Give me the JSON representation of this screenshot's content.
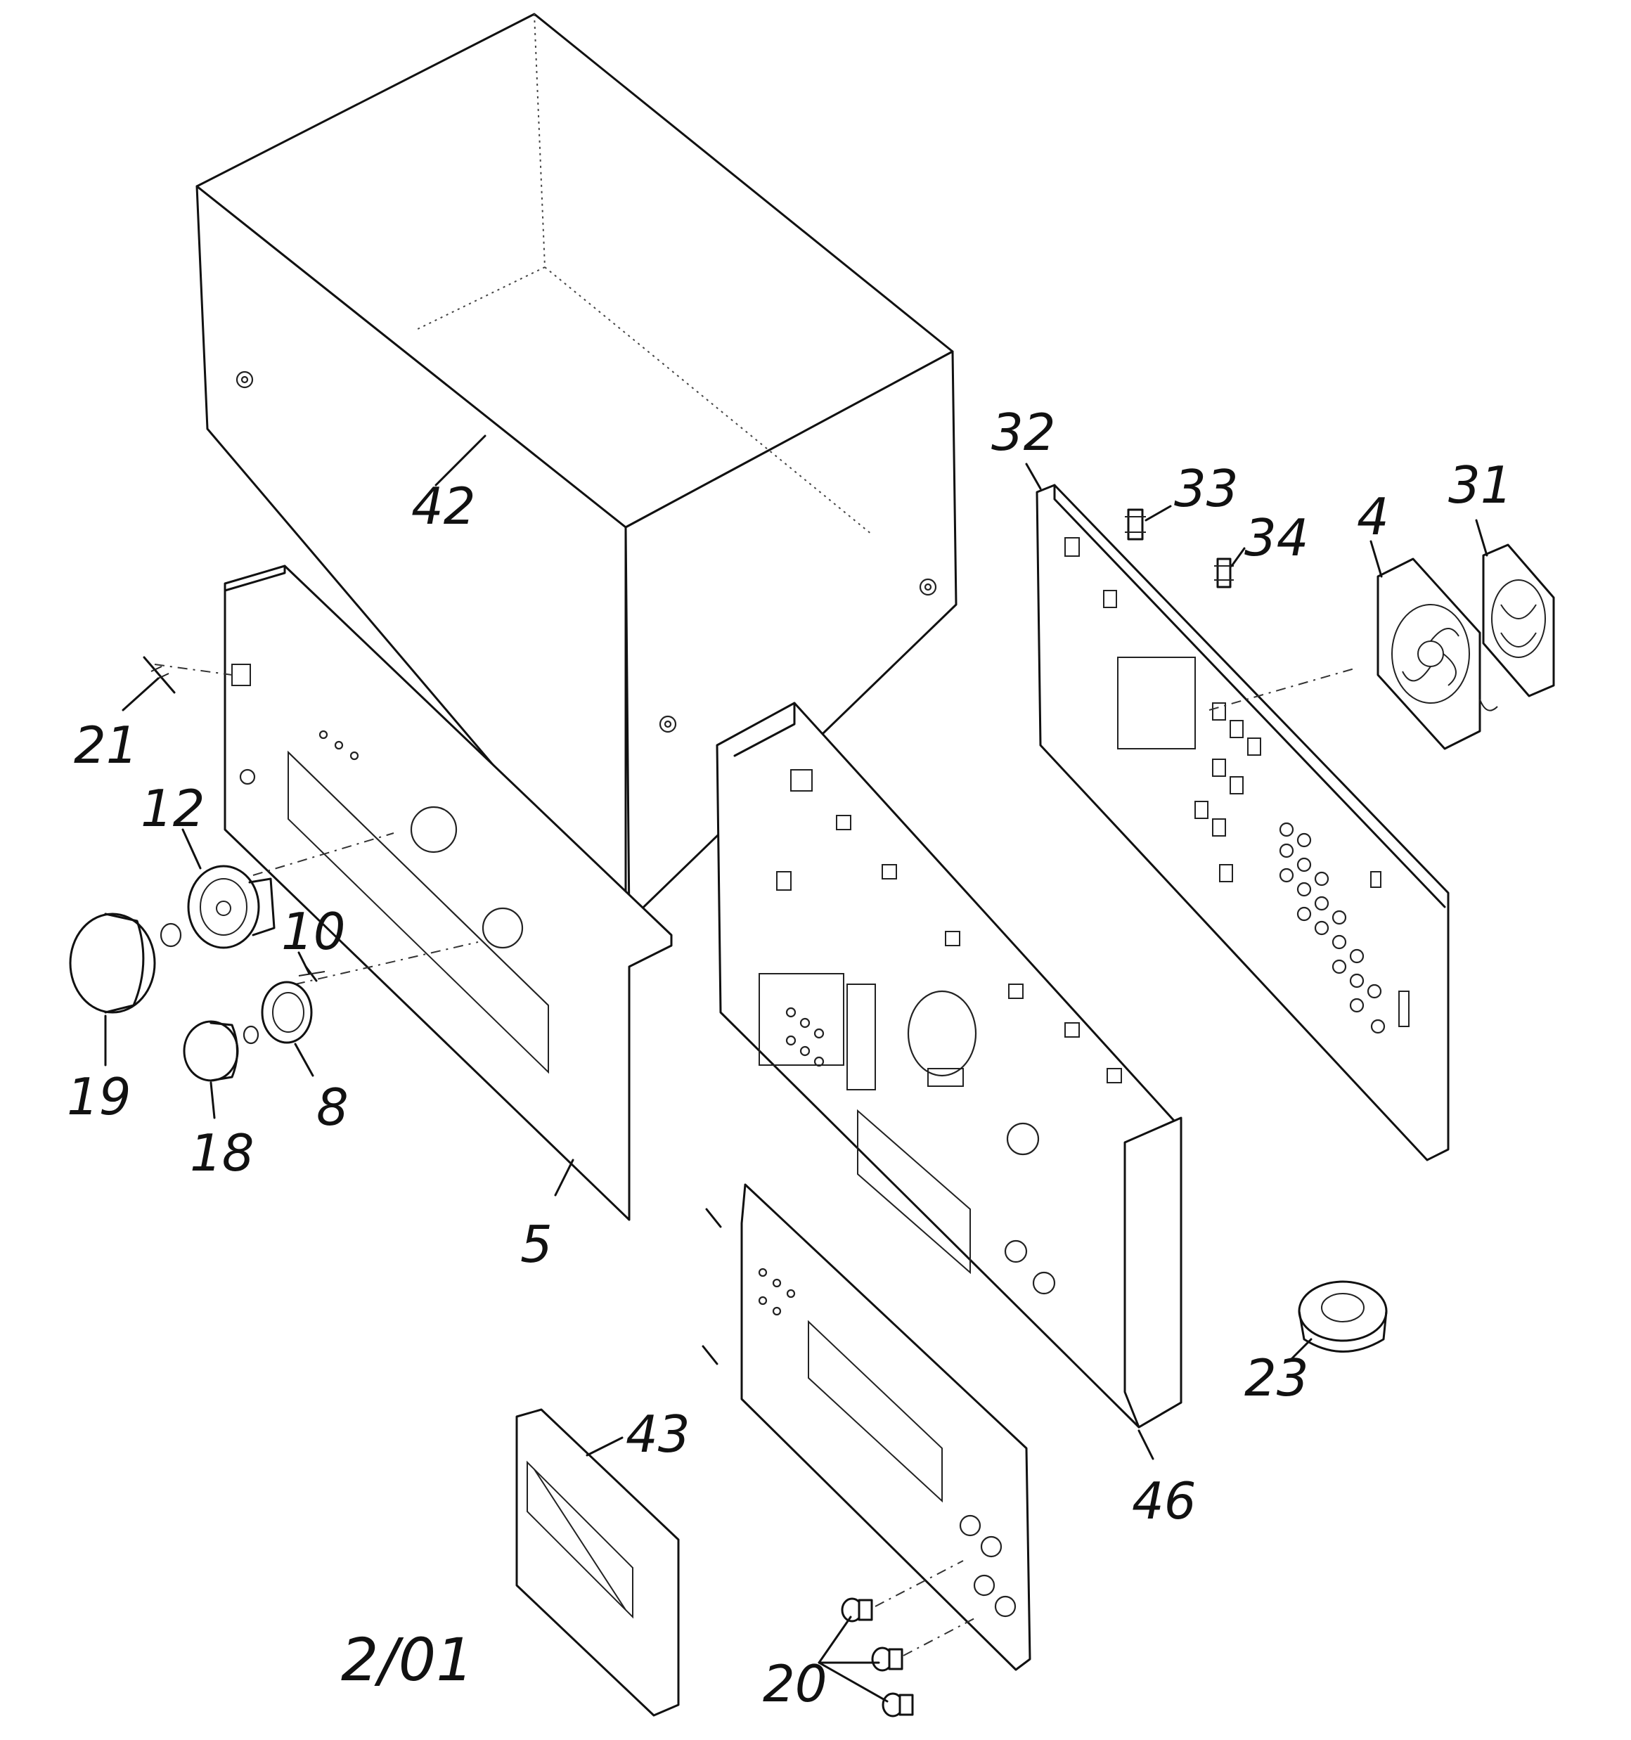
{
  "callouts": [
    {
      "id": "42",
      "text": "42"
    },
    {
      "id": "32",
      "text": "32"
    },
    {
      "id": "33",
      "text": "33"
    },
    {
      "id": "34",
      "text": "34"
    },
    {
      "id": "4",
      "text": "4"
    },
    {
      "id": "31",
      "text": "31"
    },
    {
      "id": "21",
      "text": "21"
    },
    {
      "id": "12",
      "text": "12"
    },
    {
      "id": "10",
      "text": "10"
    },
    {
      "id": "19",
      "text": "19"
    },
    {
      "id": "18",
      "text": "18"
    },
    {
      "id": "8",
      "text": "8"
    },
    {
      "id": "5",
      "text": "5"
    },
    {
      "id": "46",
      "text": "46"
    },
    {
      "id": "23",
      "text": "23"
    },
    {
      "id": "43",
      "text": "43"
    },
    {
      "id": "20",
      "text": "20"
    }
  ],
  "date_mark": "2/01"
}
